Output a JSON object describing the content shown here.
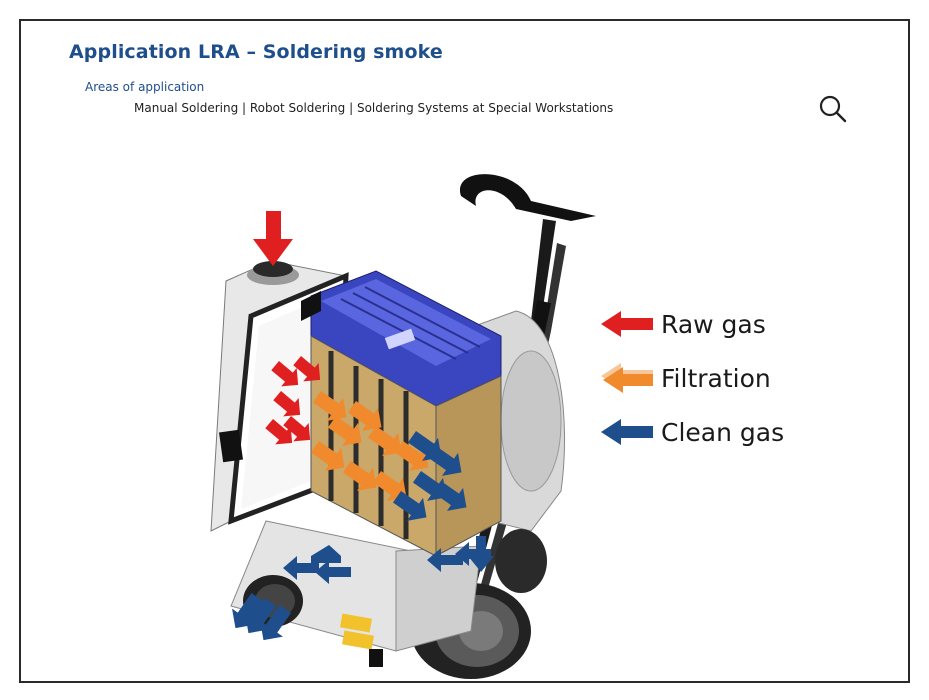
{
  "header": {
    "title": "Application LRA – Soldering smoke",
    "areas_label": "Areas of application",
    "areas_list": "Manual Soldering | Robot Soldering | Soldering Systems at Special Workstations"
  },
  "toolbar": {
    "search_icon": "search-icon"
  },
  "legend": [
    {
      "label": "Raw gas",
      "color": "#e02020",
      "icon": "arrow-left-red"
    },
    {
      "label": "Filtration",
      "color": "#f08a2c",
      "icon": "arrow-left-orange"
    },
    {
      "label": "Clean gas",
      "color": "#1f4e8c",
      "icon": "arrow-left-blue"
    }
  ],
  "colors": {
    "title": "#1f4e8c",
    "raw": "#e02020",
    "filter": "#f08a2c",
    "clean": "#1f4e8c",
    "cartridge": "#3a45c0"
  }
}
